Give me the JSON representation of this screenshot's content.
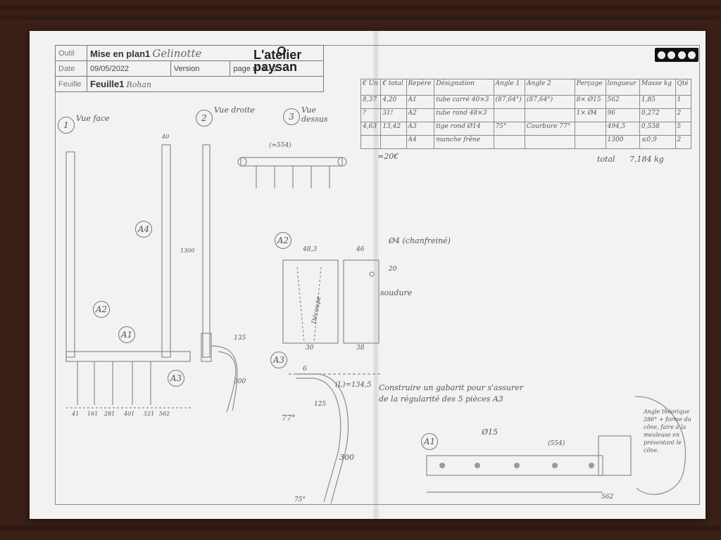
{
  "title_block": {
    "outil_label": "Outil",
    "outil_value": "Mise en plan1",
    "outil_hand": "Gelinotte",
    "date_label": "Date",
    "date_value": "09/05/2022",
    "version_label": "Version",
    "page_label": "page n° 1 / 1",
    "feuille_label": "Feuille",
    "feuille_value": "Feuille1",
    "author_hand": "Rohan"
  },
  "logo": {
    "line1": "L'atelier",
    "line2": "paysan"
  },
  "license_badge": {
    "icon": "creative-commons-by-nc-sa"
  },
  "parts_table": {
    "headers": [
      "€ Un",
      "€ total",
      "Repère",
      "Désignation",
      "Angle 1",
      "Angle 2",
      "Perçage",
      "longueur",
      "Masse kg",
      "Qté"
    ],
    "rows": [
      [
        "8,37",
        "4,20",
        "A1",
        "tube carré 40×3",
        "(87,64°)",
        "(87,64°)",
        "8× Ø15",
        "562",
        "1,85",
        "1"
      ],
      [
        "?",
        "31!",
        "A2",
        "tube rond 48×3",
        "",
        "",
        "1× Ø4",
        "96",
        "0,272",
        "2"
      ],
      [
        "4,63",
        "13,42",
        "A3",
        "tige rond Ø14",
        "75°",
        "Courbure 77°",
        "",
        "494,5",
        "0,538",
        "5"
      ],
      [
        "",
        "",
        "A4",
        "manche frêne",
        "",
        "",
        "",
        "1300",
        "≤0,9",
        "2"
      ]
    ],
    "total_label": "total",
    "total_mass": "7,184 kg",
    "cost_total": "≃20€"
  },
  "views": {
    "face": "Vue face",
    "droite": "Vue droite",
    "dessus": "Vue dessus",
    "n1": "1",
    "n2": "2",
    "n3": "3"
  },
  "dims": {
    "d554": "(≃554)",
    "d554b": "(554)",
    "d40": "40",
    "d1300": "1300",
    "d135": "135",
    "d300": "300",
    "d48_3": "48,3",
    "d46": "46",
    "d20": "20",
    "d30": "30",
    "d38": "38",
    "d6": "6",
    "d134_5": "(L)=134,5",
    "d125": "125",
    "d77": "77°",
    "d75": "75°",
    "d15": "Ø15",
    "d4": "Ø4 (chanfreiné)",
    "d562": "562",
    "ticks": [
      "41",
      "161",
      "281",
      "401",
      "521",
      "562"
    ]
  },
  "labels": {
    "a1": "A1",
    "a2": "A2",
    "a3": "A3",
    "a4": "A4",
    "soudure": "soudure",
    "decoupe": "Découpe",
    "note_gabarit": "Construire un gabarit pour s'assurer de la régularité des 5 pièces A3",
    "note_angle": "Angle théorique 286° + forme du cône, faire à la meuleuse en présentant le cône."
  }
}
